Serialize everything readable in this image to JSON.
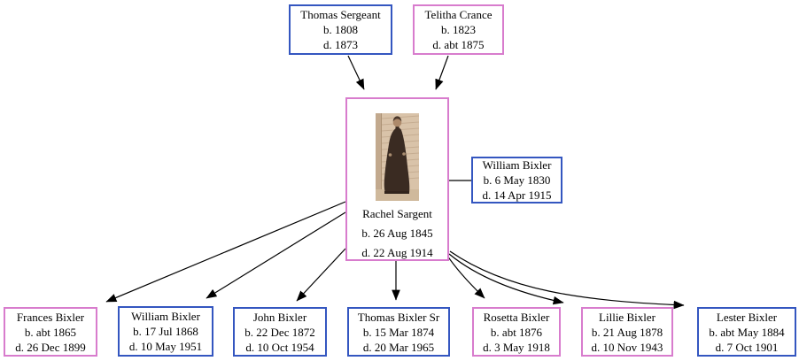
{
  "diagram": {
    "type": "family-tree",
    "background": "#ffffff"
  },
  "colors": {
    "male_border": "#3456c0",
    "female_border": "#d87ccd",
    "edge": "#000000",
    "text": "#000000"
  },
  "nodes": {
    "thomas_sergeant": {
      "name": "Thomas Sergeant",
      "birth": "b. 1808",
      "death": "d. 1873",
      "border": "male"
    },
    "telitha_crance": {
      "name": "Telitha Crance",
      "birth": "b. 1823",
      "death": "d. abt 1875",
      "border": "female"
    },
    "rachel_sargent": {
      "name": "Rachel Sargent",
      "birth": "b. 26 Aug 1845",
      "death": "d. 22 Aug 1914",
      "border": "female",
      "photo": "sepia-full-length-portrait-of-woman-in-dark-victorian-dress"
    },
    "william_bixler_spouse": {
      "name": "William Bixler",
      "birth": "b. 6 May 1830",
      "death": "d. 14 Apr 1915",
      "border": "male"
    },
    "frances_bixler": {
      "name": "Frances Bixler",
      "birth": "b. abt 1865",
      "death": "d. 26 Dec 1899",
      "border": "female"
    },
    "william_bixler_jr": {
      "name": "William Bixler",
      "birth": "b. 17 Jul 1868",
      "death": "d. 10 May 1951",
      "border": "male"
    },
    "john_bixler": {
      "name": "John Bixler",
      "birth": "b. 22 Dec 1872",
      "death": "d. 10 Oct 1954",
      "border": "male"
    },
    "thomas_bixler_sr": {
      "name": "Thomas Bixler Sr",
      "birth": "b. 15 Mar 1874",
      "death": "d. 20 Mar 1965",
      "border": "male"
    },
    "rosetta_bixler": {
      "name": "Rosetta Bixler",
      "birth": "b. abt 1876",
      "death": "d. 3 May 1918",
      "border": "female"
    },
    "lillie_bixler": {
      "name": "Lillie Bixler",
      "birth": "b. 21 Aug 1878",
      "death": "d. 10 Nov 1943",
      "border": "female"
    },
    "lester_bixler": {
      "name": "Lester Bixler",
      "birth": "b. abt May 1884",
      "death": "d. 7 Oct 1901",
      "border": "male"
    }
  },
  "edges": [
    {
      "from": "Thomas Sergeant",
      "to": "Rachel Sargent",
      "style": "arrow"
    },
    {
      "from": "Telitha Crance",
      "to": "Rachel Sargent",
      "style": "arrow"
    },
    {
      "from": "Rachel Sargent",
      "to": "William Bixler (spouse)",
      "style": "plain-line"
    },
    {
      "from": "Rachel Sargent",
      "to": "Frances Bixler",
      "style": "arrow"
    },
    {
      "from": "Rachel Sargent",
      "to": "William Bixler",
      "style": "arrow"
    },
    {
      "from": "Rachel Sargent",
      "to": "John Bixler",
      "style": "arrow"
    },
    {
      "from": "Rachel Sargent",
      "to": "Thomas Bixler Sr",
      "style": "arrow"
    },
    {
      "from": "Rachel Sargent",
      "to": "Rosetta Bixler",
      "style": "arrow"
    },
    {
      "from": "Rachel Sargent",
      "to": "Lillie Bixler",
      "style": "arrow"
    },
    {
      "from": "Rachel Sargent",
      "to": "Lester Bixler",
      "style": "arrow"
    }
  ]
}
